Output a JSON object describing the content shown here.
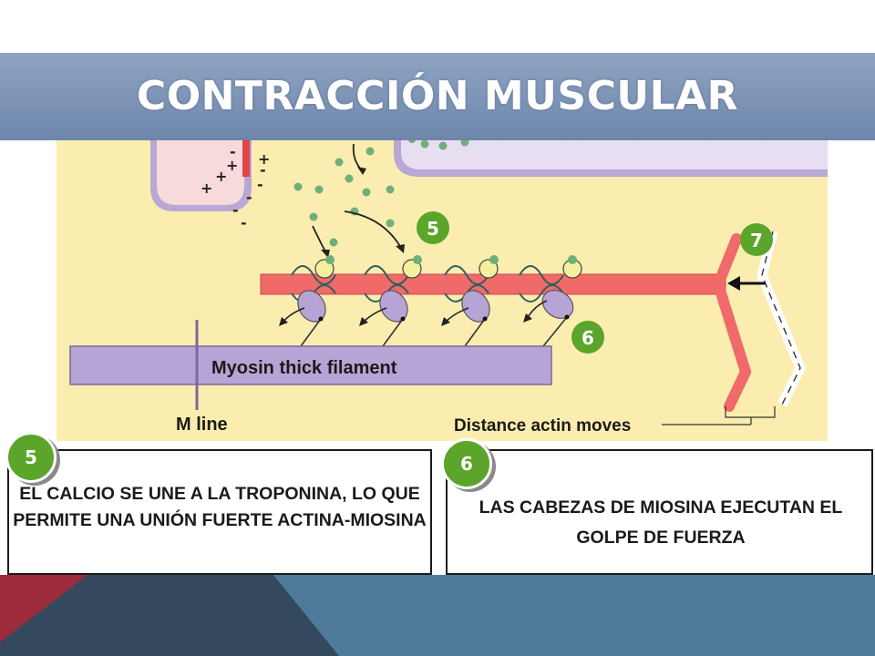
{
  "slide": {
    "title": "CONTRACCIÓN MUSCULAR",
    "colors": {
      "banner": "#7d94b6",
      "cytoplasm": "#fbedb0",
      "actin": "#f06a6a",
      "myosin": "#b7a4d6",
      "badge": "#5aa52a",
      "bottom_dark": "#34495e",
      "bottom_light": "#4f7a9a",
      "bottom_red": "#9e2b3b"
    }
  },
  "diagram": {
    "labels": {
      "thick_filament": "Myosin thick filament",
      "m_line": "M line",
      "distance": "Distance actin moves"
    },
    "markers": [
      "5",
      "6",
      "7"
    ],
    "membrane_charges": [
      "+",
      "+",
      "+",
      "-",
      "-",
      "-",
      "-",
      "-",
      "+",
      "-"
    ]
  },
  "steps": [
    {
      "number": "5",
      "text": "EL CALCIO SE UNE A LA TROPONINA, LO QUE PERMITE UNA UNIÓN FUERTE ACTINA-MIOSINA"
    },
    {
      "number": "6",
      "text": "LAS CABEZAS DE MIOSINA EJECUTAN EL GOLPE DE FUERZA"
    }
  ]
}
